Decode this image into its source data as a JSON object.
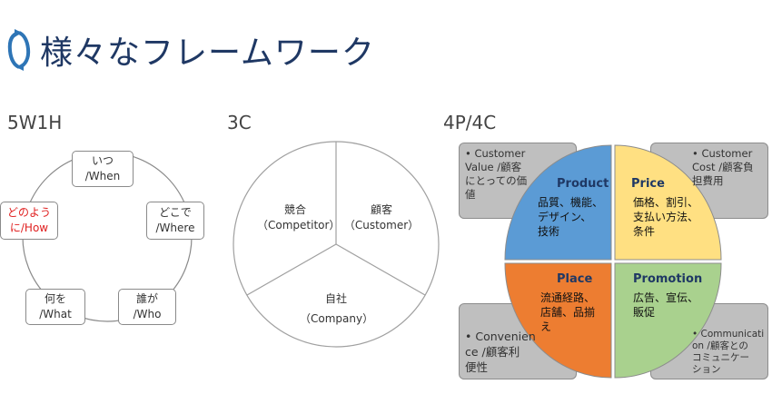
{
  "title": "様々なフレームワーク",
  "sections": {
    "w5h1": "5W1H",
    "c3": "3C",
    "p4c4": "4P/4C"
  },
  "w5h1_nodes": {
    "when": [
      "いつ",
      "/When"
    ],
    "where": [
      "どこで",
      "/Where"
    ],
    "who": [
      "誰が",
      "/Who"
    ],
    "what": [
      "何を",
      "/What"
    ],
    "how": [
      "どのよう",
      "に/How"
    ]
  },
  "c3": {
    "competitor": [
      "競合",
      "（Competitor）"
    ],
    "customer": [
      "顧客",
      "（Customer）"
    ],
    "company": [
      "自社",
      "（Company）"
    ]
  },
  "p4": {
    "product": {
      "title": "Product",
      "body": [
        "品質、機能、",
        "デザイン、",
        "技術"
      ]
    },
    "price": {
      "title": "Price",
      "body": [
        "価格、割引、",
        "支払い方法、",
        "条件"
      ]
    },
    "place": {
      "title": "Place",
      "body": [
        "流通経路、",
        "店舗、品揃",
        "え"
      ]
    },
    "promotion": {
      "title": "Promotion",
      "body": [
        "広告、宣伝、",
        "販促"
      ]
    }
  },
  "c4": {
    "value": [
      "• Customer",
      "Value /顧客",
      "にとっての価",
      "値"
    ],
    "cost": [
      "• Customer",
      "Cost /顧客負",
      "担費用"
    ],
    "convenience": [
      "• Convenien",
      "ce /顧客利",
      "便性"
    ],
    "communication": [
      "• Communicati",
      "on /顧客との",
      "コミュニケー",
      "ション"
    ]
  },
  "colors": {
    "title": "#1f3864",
    "product": "#5b9bd5",
    "price": "#ffe082",
    "place": "#ed7d31",
    "promotion": "#a9d18e",
    "gray_box": "#bfbfbf",
    "how_text": "#e02020"
  }
}
